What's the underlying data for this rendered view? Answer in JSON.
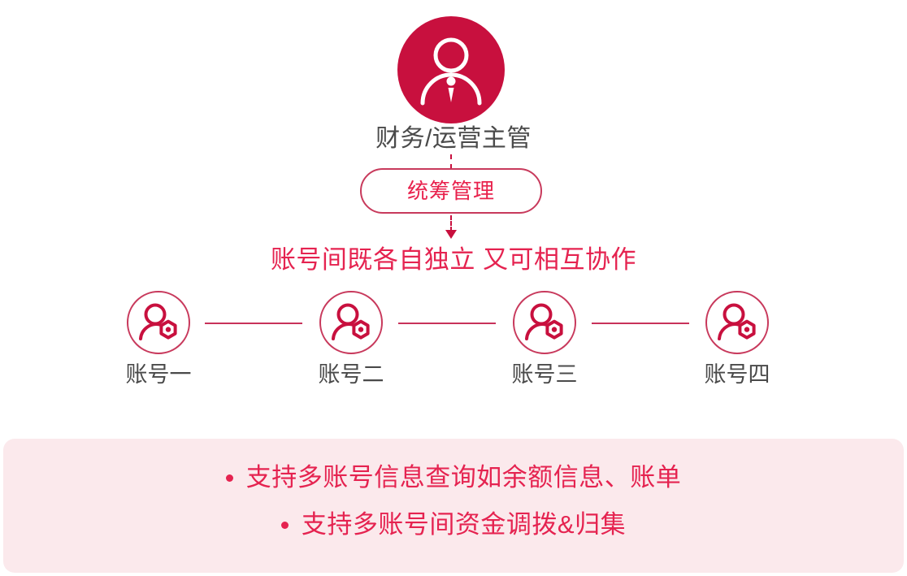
{
  "page": {
    "background_color": "#ffffff",
    "brand_color": "#C8103E",
    "accent_text_color": "#E52350",
    "neutral_text_color": "#4a4a4a",
    "panel_background_color": "#FBE9EC"
  },
  "leader": {
    "icon": "person-manager-icon",
    "title": "财务/运营主管"
  },
  "flow": {
    "pill_label": "统筹管理",
    "connector_top": "dashed-line",
    "connector_bottom": "dashed-arrow-down",
    "arrow_icon": "arrow-down-icon"
  },
  "headline": {
    "text": "账号间既各自独立  又可相互协作"
  },
  "accounts": {
    "connector": "solid-line",
    "items": [
      {
        "icon": "account-settings-icon",
        "label": "账号一"
      },
      {
        "icon": "account-settings-icon",
        "label": "账号二"
      },
      {
        "icon": "account-settings-icon",
        "label": "账号三"
      },
      {
        "icon": "account-settings-icon",
        "label": "账号四"
      }
    ]
  },
  "features": {
    "bullet_icon": "bullet-dot-icon",
    "items": [
      {
        "text": "支持多账号信息查询如余额信息、账单"
      },
      {
        "text": "支持多账号间资金调拨&归集"
      }
    ]
  }
}
